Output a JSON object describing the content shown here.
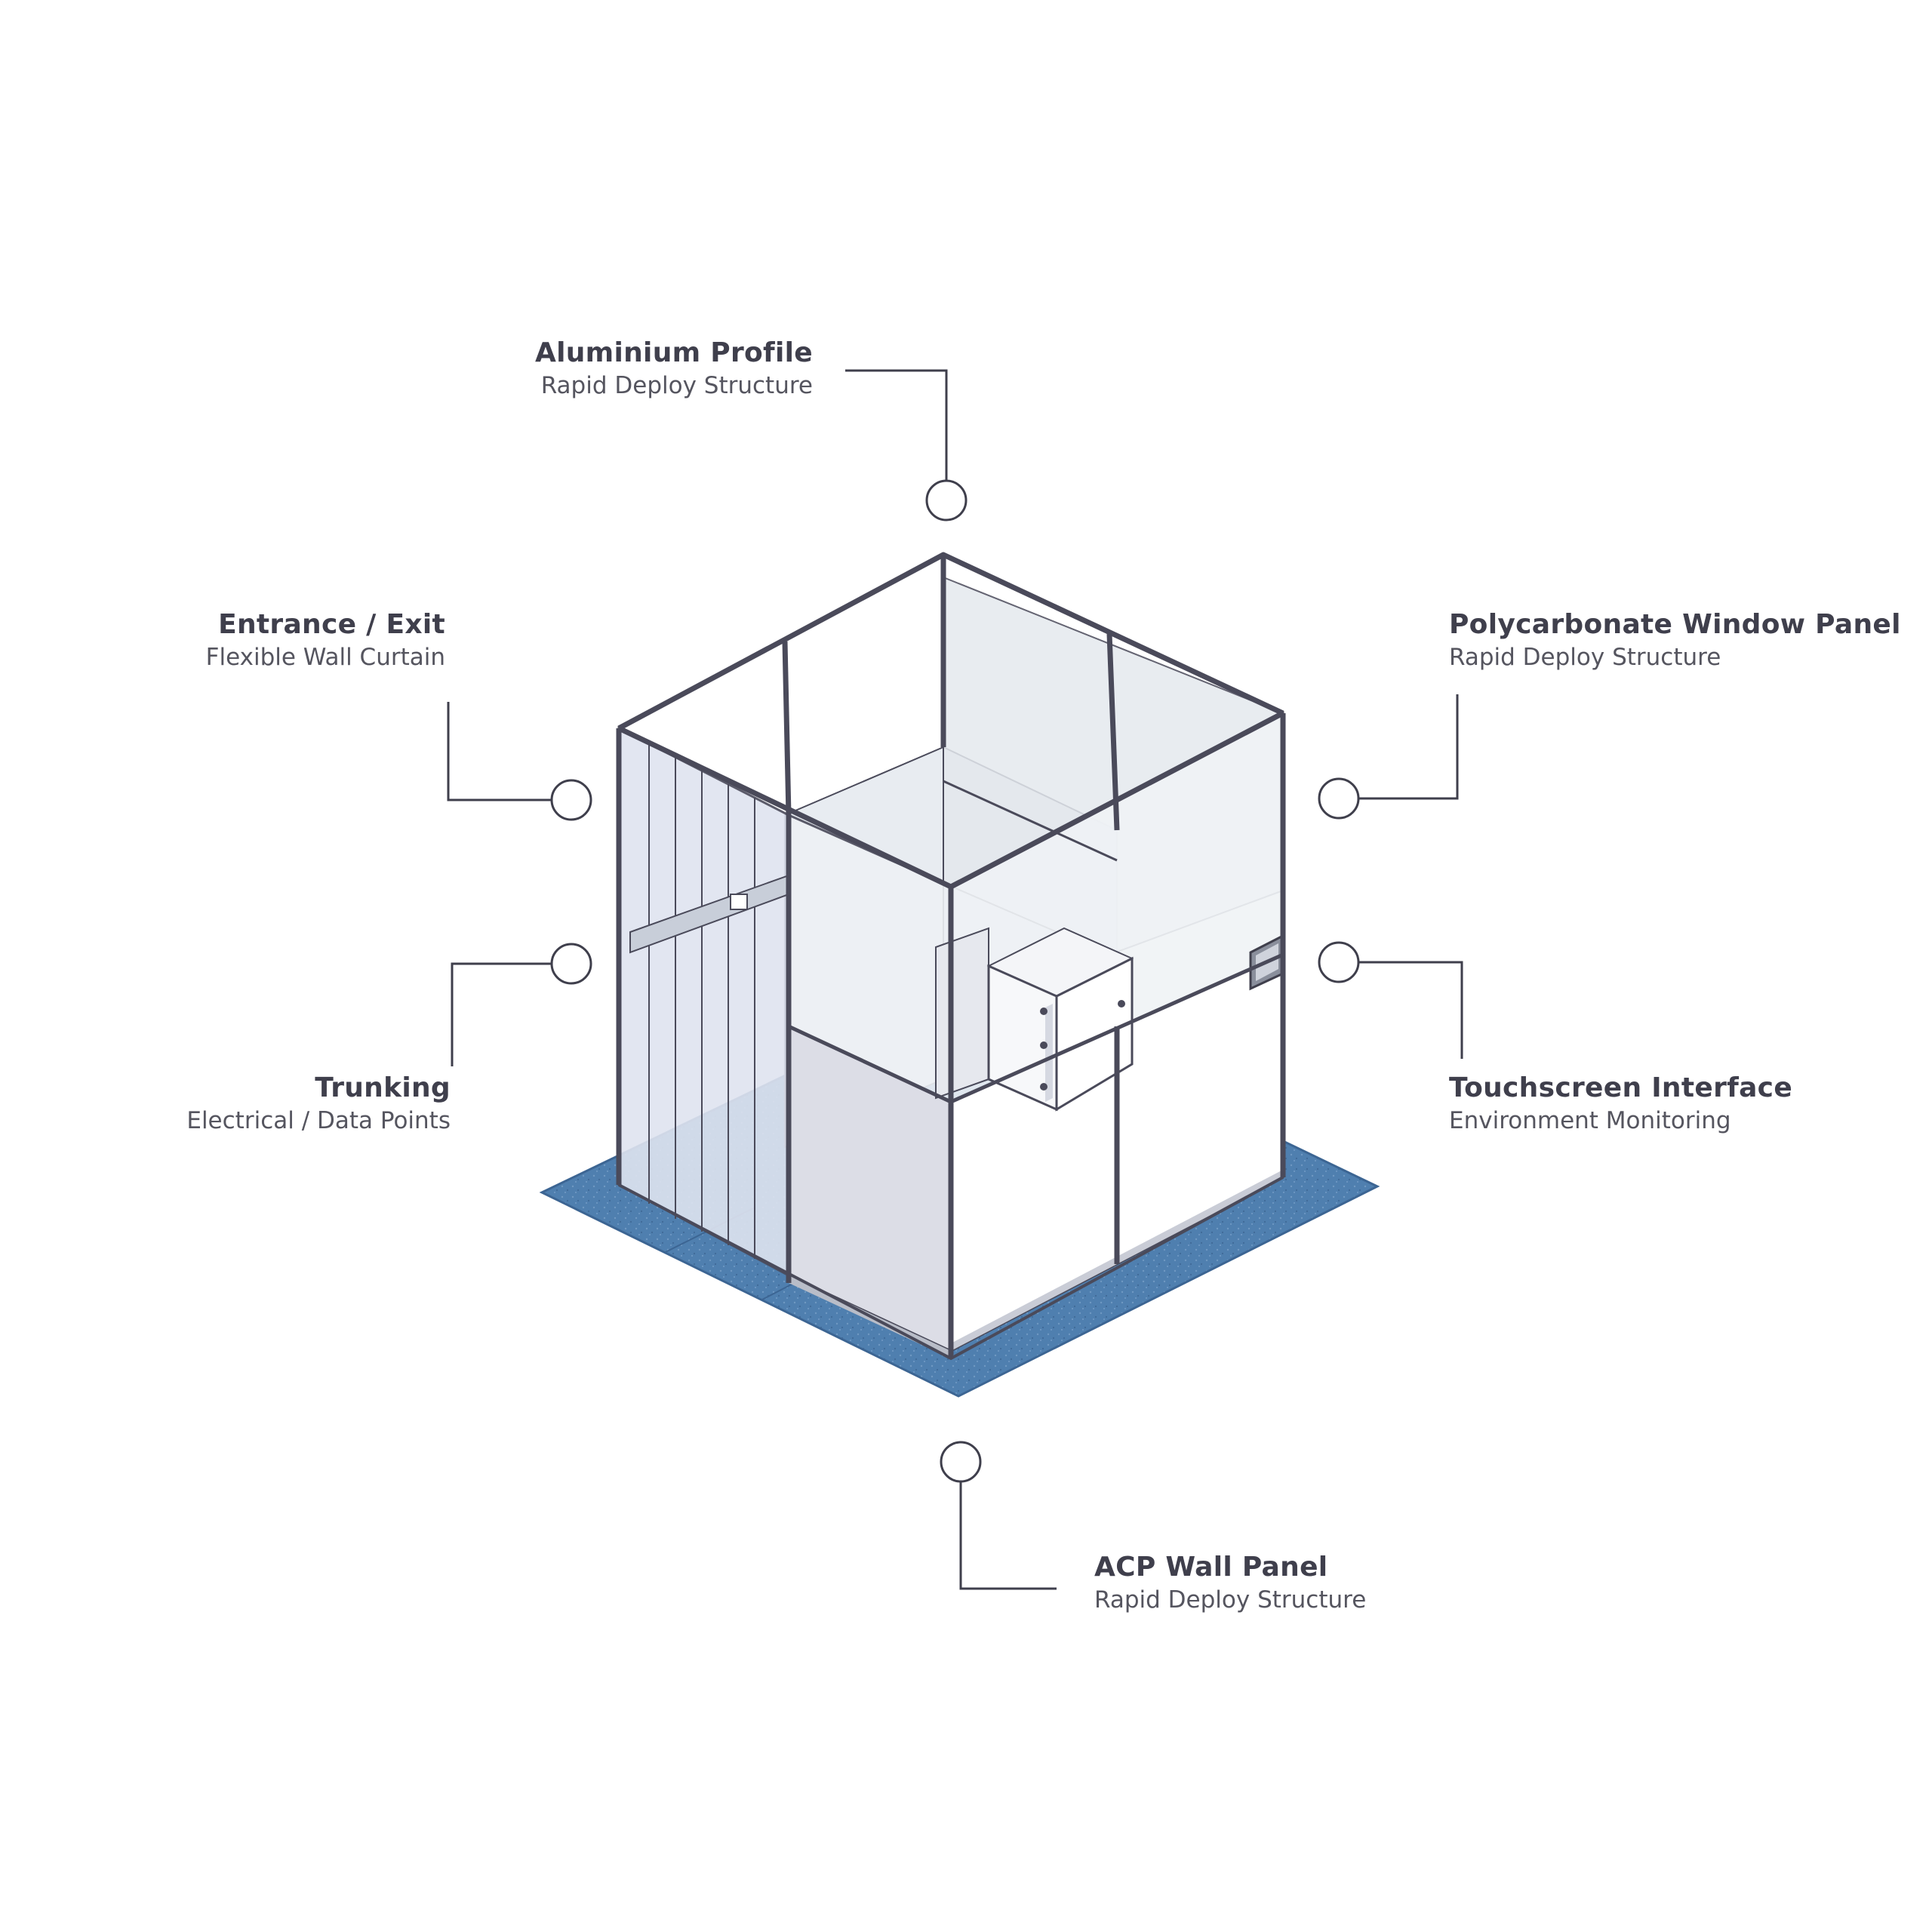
{
  "callouts": {
    "aluminium": {
      "title": "Aluminium Profile",
      "subtitle": "Rapid Deploy Structure"
    },
    "entrance": {
      "title": "Entrance / Exit",
      "subtitle": "Flexible Wall Curtain"
    },
    "trunking": {
      "title": "Trunking",
      "subtitle": "Electrical / Data Points"
    },
    "polycarbonate": {
      "title": "Polycarbonate Window Panel",
      "subtitle": "Rapid Deploy Structure"
    },
    "touchscreen": {
      "title": "Touchscreen Interface",
      "subtitle": "Environment Monitoring"
    },
    "acp": {
      "title": "ACP Wall Panel",
      "subtitle": "Rapid Deploy Structure"
    }
  },
  "colors": {
    "text": "#3f3f4c",
    "leader_line": "#3f3f4c",
    "floor": "#4f7faf",
    "frame": "#4a4a5a",
    "glass": "#e9edf2",
    "panel": "#f2f2f5"
  }
}
